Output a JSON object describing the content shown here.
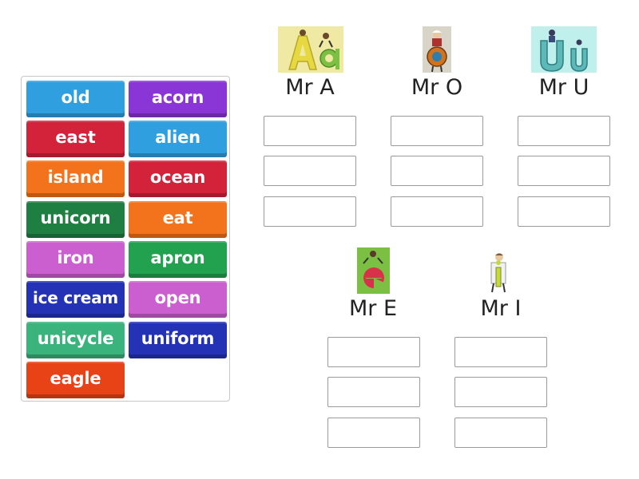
{
  "word_bank": [
    {
      "label": "old",
      "color": "#2f9fe0"
    },
    {
      "label": "acorn",
      "color": "#8a35d6"
    },
    {
      "label": "east",
      "color": "#d2233a"
    },
    {
      "label": "alien",
      "color": "#2f9fe0"
    },
    {
      "label": "island",
      "color": "#f2731b"
    },
    {
      "label": "ocean",
      "color": "#d2233a"
    },
    {
      "label": "unicorn",
      "color": "#1f7f43"
    },
    {
      "label": "eat",
      "color": "#f2731b"
    },
    {
      "label": "iron",
      "color": "#cc5fd0"
    },
    {
      "label": "apron",
      "color": "#22a14f"
    },
    {
      "label": "ice cream",
      "color": "#2433b5"
    },
    {
      "label": "open",
      "color": "#cc5fd0"
    },
    {
      "label": "unicycle",
      "color": "#3bb37c"
    },
    {
      "label": "uniform",
      "color": "#2433b5"
    },
    {
      "label": "eagle",
      "color": "#e84316"
    }
  ],
  "categories": {
    "a": {
      "title": "Mr A",
      "image_icon": "letter-a-character-icon",
      "slots": 3
    },
    "o": {
      "title": "Mr O",
      "image_icon": "letter-o-character-icon",
      "slots": 3
    },
    "u": {
      "title": "Mr U",
      "image_icon": "letter-u-character-icon",
      "slots": 3
    },
    "e": {
      "title": "Mr E",
      "image_icon": "letter-e-character-icon",
      "slots": 3
    },
    "i": {
      "title": "Mr I",
      "image_icon": "letter-i-character-icon",
      "slots": 3
    }
  }
}
